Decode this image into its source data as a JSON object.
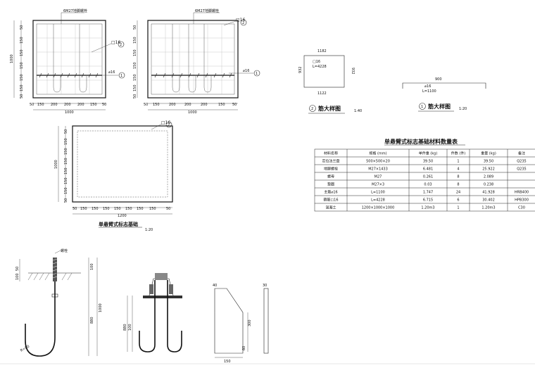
{
  "plan1": {
    "bolt_label": "6M27地脚螺栓",
    "bar2_label": "□16",
    "bar2_num": "2",
    "bar1_label": "⌀16",
    "bar1_num": "1",
    "dims_bottom": [
      "50",
      "150",
      "200",
      "200",
      "200",
      "150",
      "50"
    ],
    "total_bottom": "1000",
    "dims_left": [
      "50",
      "150",
      "150",
      "150",
      "150",
      "150",
      "50"
    ],
    "total_left": "1000"
  },
  "plan2": {
    "bolt_label": "6M27地脚螺栓",
    "bar2_label": "□16",
    "bar2_num": "2",
    "bar1_label": "⌀16",
    "bar1_num": "1",
    "dims_bottom": [
      "50",
      "150",
      "200",
      "200",
      "200",
      "150",
      "50"
    ],
    "total_bottom": "1000",
    "dims_left": [
      "50",
      "150",
      "150",
      "150",
      "150",
      "150",
      "50"
    ]
  },
  "plan3": {
    "bar2_label": "□16",
    "bar2_num": "2",
    "dims_bottom": [
      "50",
      "150",
      "150",
      "150",
      "150",
      "150",
      "150",
      "150",
      "50"
    ],
    "total_bottom": "1200",
    "dims_left": [
      "50",
      "150",
      "150",
      "150",
      "150",
      "150",
      "150",
      "50"
    ],
    "total_left": "1000",
    "title": "单悬臂式标志基础",
    "scale": "1:20"
  },
  "rebar2": {
    "top_dim": "1182",
    "bottom_dim": "1122",
    "left_dim": "932",
    "right_dim": "932",
    "tag_label": "□16",
    "length_label": "L=4228",
    "title_num": "2",
    "title": "筋大样图",
    "scale": "1:40"
  },
  "rebar1": {
    "top_dim": "900",
    "tag_label": "⌀16",
    "length_label": "L=1100",
    "title_num": "1",
    "title": "筋大样图",
    "scale": "1:20"
  },
  "table": {
    "title": "单悬臂式标志基础材料数量表",
    "headers": [
      "材料名称",
      "规格 (mm)",
      "单件重 (kg)",
      "件数 (件)",
      "重量 (kg)",
      "备注"
    ],
    "rows": [
      [
        "定位法兰盘",
        "500×500×20",
        "39.50",
        "1",
        "39.50",
        "Q235"
      ],
      [
        "地脚螺栓",
        "M27×1433",
        "6.481",
        "4",
        "25.922",
        "Q235"
      ],
      [
        "螺母",
        "M27",
        "0.261",
        "8",
        "2.089",
        ""
      ],
      [
        "垫圈",
        "M27×3",
        "0.03",
        "8",
        "0.238",
        ""
      ],
      [
        "主筋⌀16",
        "L=1100",
        "1.747",
        "24",
        "41.928",
        "HRB400"
      ],
      [
        "箍筋□16",
        "L=4228",
        "6.715",
        "6",
        "30.402",
        "HPB300"
      ],
      [
        "混凝土",
        "1200×1000×1000",
        "1.20m3",
        "1",
        "1.20m3",
        "C30"
      ]
    ]
  },
  "bolt_detail": {
    "nut_label": "螺栓",
    "dims_left": [
      "50",
      "100"
    ],
    "dim_right_top": "100",
    "dim_right_mid": "880",
    "dim_right_total": "1000",
    "dim_bottom": "R=80"
  },
  "assembly": {
    "dim_left_a": "100",
    "dim_left_b": "880"
  },
  "rib": {
    "top_dim": "40",
    "right_dim": "300",
    "bottom_small": "60",
    "bottom_dim": "150",
    "side_top": "30"
  }
}
